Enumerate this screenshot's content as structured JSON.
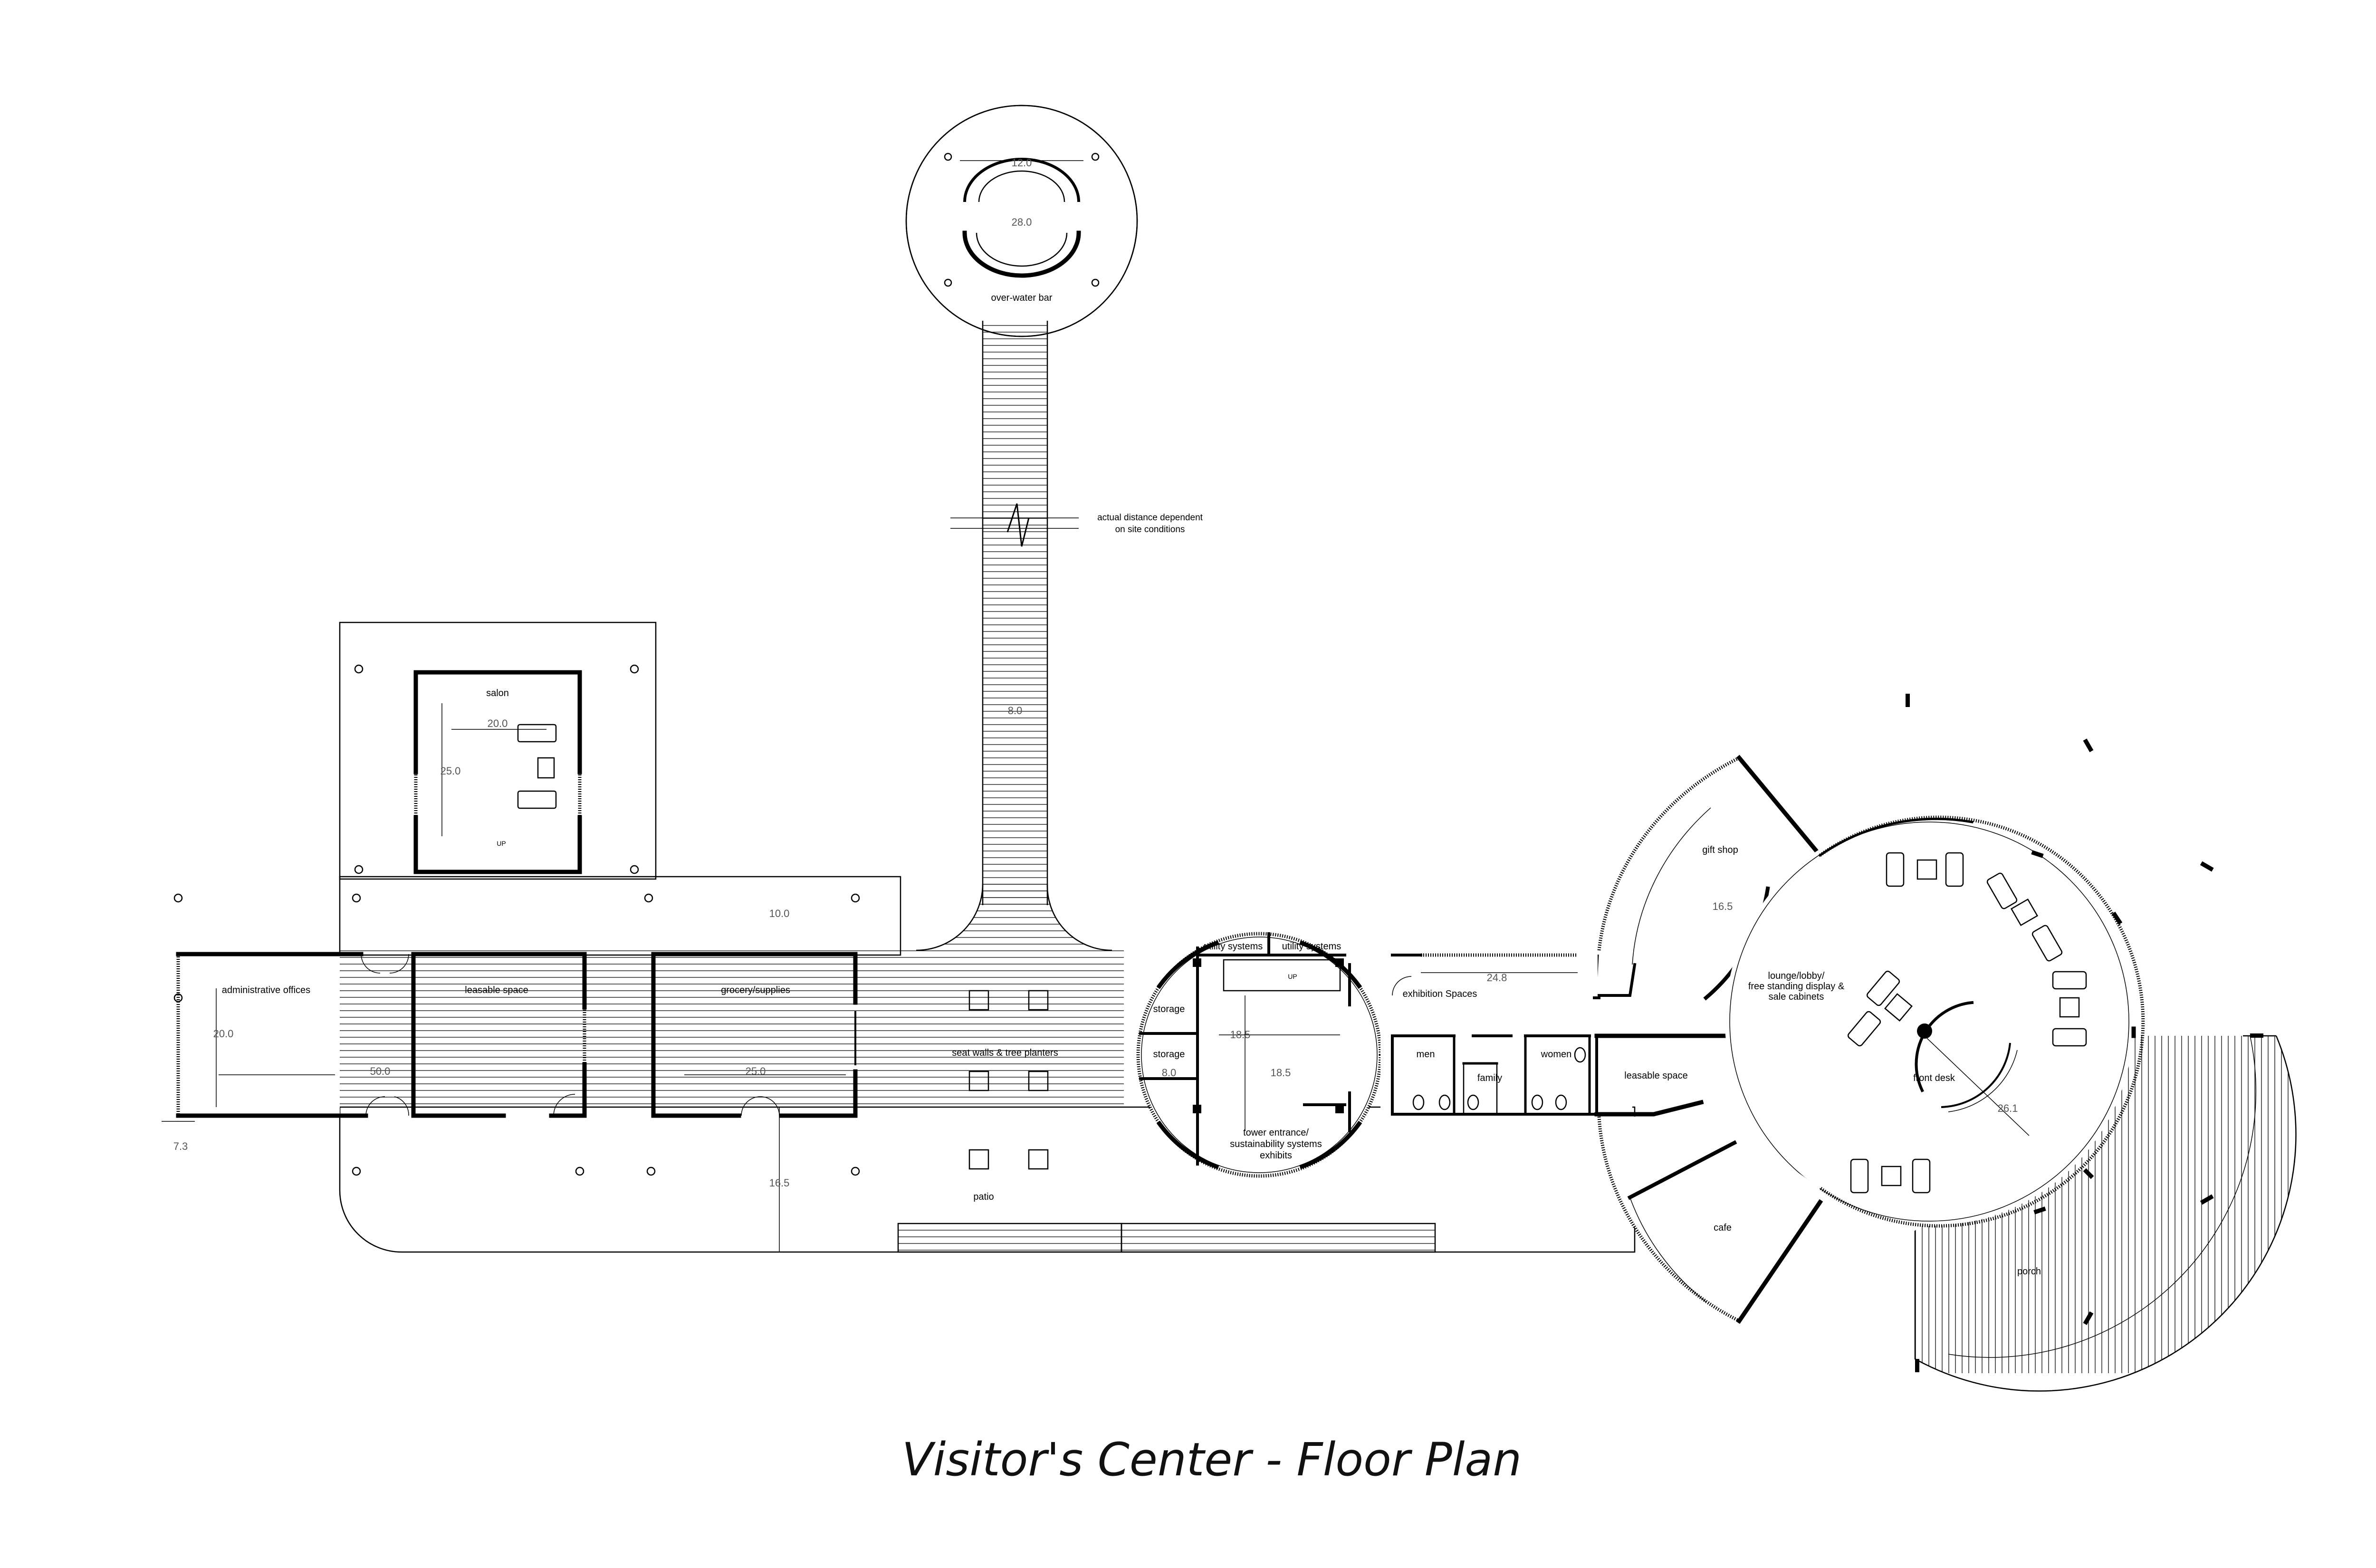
{
  "title": "Visitor's Center - Floor Plan",
  "rooms": {
    "over_water_bar": "over-water bar",
    "salon": "salon",
    "admin": "administrative offices",
    "leasable_west": "leasable space",
    "grocery": "grocery/supplies",
    "seat_walls": "seat walls & tree planters",
    "patio": "patio",
    "utility_1": "utility systems",
    "utility_2": "utility systems",
    "storage_1": "storage",
    "storage_2": "storage",
    "tower_entrance_l1": "tower entrance/",
    "tower_entrance_l2": "sustainability systems",
    "tower_entrance_l3": "exhibits",
    "exhibition": "exhibition Spaces",
    "men": "men",
    "women": "women",
    "family": "family",
    "leasable_east": "leasable space",
    "gift_shop": "gift shop",
    "lounge_l1": "lounge/lobby/",
    "lounge_l2": "free standing display &",
    "lounge_l3": "sale cabinets",
    "front_desk": "front desk",
    "cafe": "cafe",
    "porch": "porch",
    "up_stair": "UP",
    "up_salon": "UP"
  },
  "notes": {
    "distance_l1": "actual distance dependent",
    "distance_l2": "on site conditions"
  },
  "dimensions": {
    "bar_inner": "12.0",
    "bar_outer": "28.0",
    "walkway": "8.0",
    "salon_w": "20.0",
    "salon_h": "25.0",
    "deck_gap": "10.0",
    "admin_h": "20.0",
    "admin_w": "50.0",
    "grocery_w": "25.0",
    "patio_gap": "16.5",
    "edge": "7.3",
    "tower_inner": "18.5",
    "tower_w": "18.5",
    "tower_storage": "8.0",
    "exhibit_w": "24.8",
    "gift_shop": "16.5",
    "lobby_radius": "26.1"
  }
}
